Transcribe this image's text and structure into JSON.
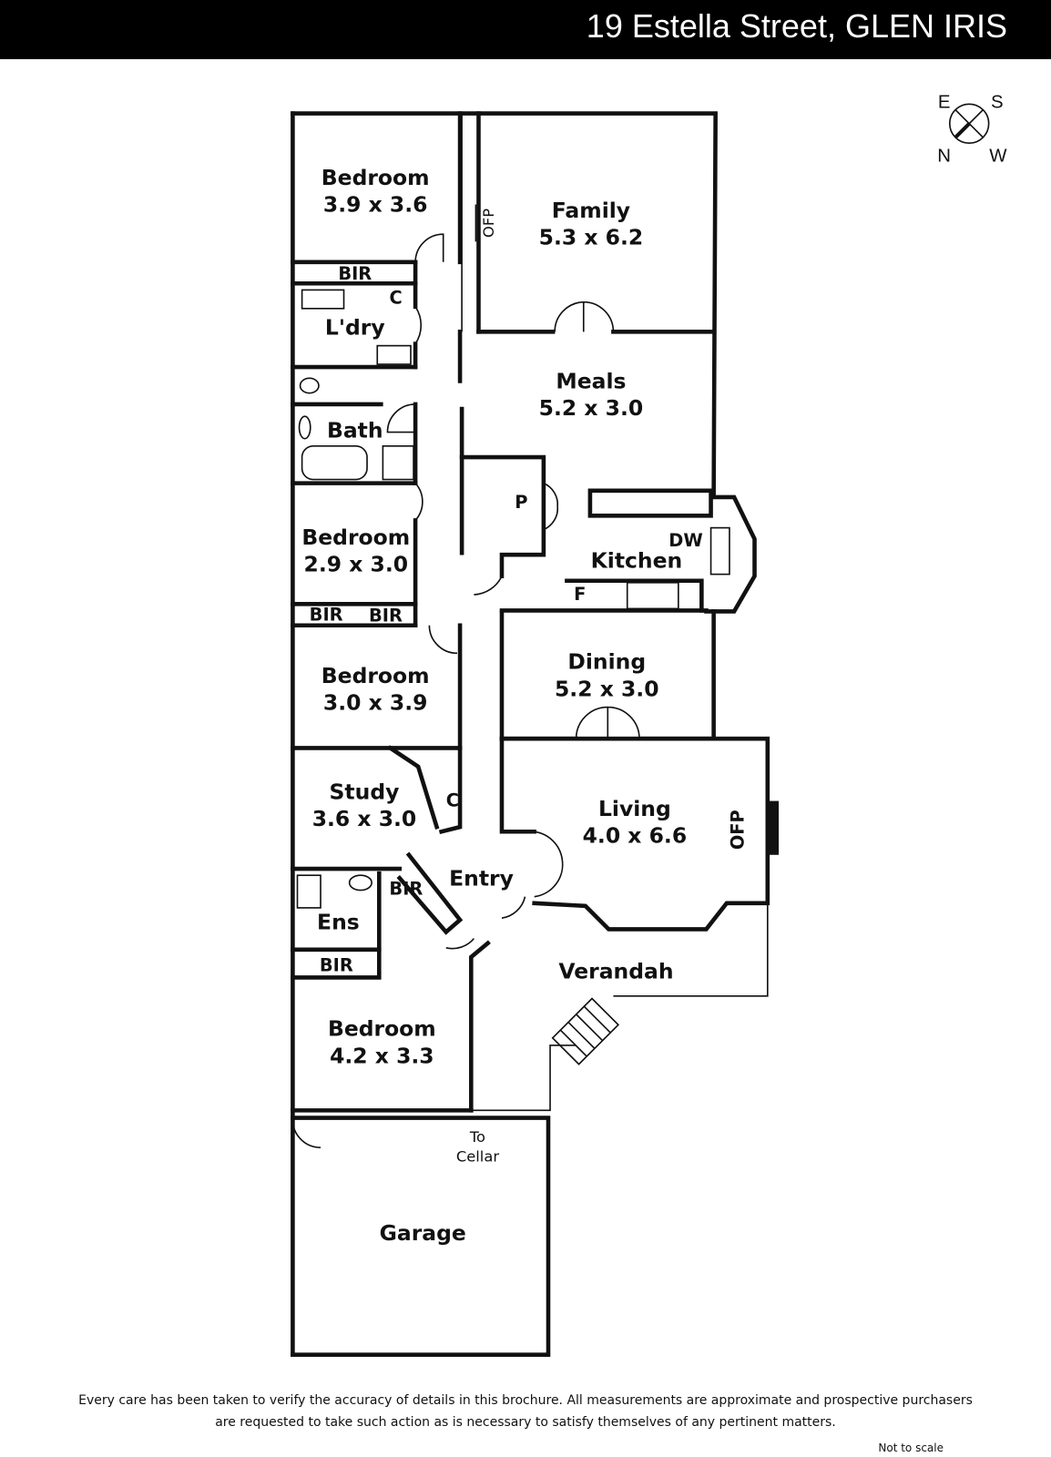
{
  "header": {
    "address": "19 Estella Street, GLEN IRIS"
  },
  "compass": {
    "e": "E",
    "s": "S",
    "n": "N",
    "w": "W"
  },
  "rooms": {
    "bedroom1": {
      "name": "Bedroom",
      "size": "3.9 x 3.6"
    },
    "family": {
      "name": "Family",
      "size": "5.3 x 6.2"
    },
    "meals": {
      "name": "Meals",
      "size": "5.2 x 3.0"
    },
    "kitchen": {
      "name": "Kitchen"
    },
    "bath": {
      "name": "Bath"
    },
    "laundry": {
      "name": "L'dry"
    },
    "bedroom2": {
      "name": "Bedroom",
      "size": "2.9 x 3.0"
    },
    "bedroom3": {
      "name": "Bedroom",
      "size": "3.0 x 3.9"
    },
    "dining": {
      "name": "Dining",
      "size": "5.2 x 3.0"
    },
    "study": {
      "name": "Study",
      "size": "3.6 x 3.0"
    },
    "living": {
      "name": "Living",
      "size": "4.0 x 6.6"
    },
    "entry": {
      "name": "Entry"
    },
    "ensuite": {
      "name": "Ens"
    },
    "verandah": {
      "name": "Verandah"
    },
    "bedroom4": {
      "name": "Bedroom",
      "size": "4.2 x 3.3"
    },
    "garage": {
      "name": "Garage"
    }
  },
  "labels": {
    "bir": "BIR",
    "cupboard": "C",
    "pantry": "P",
    "fridge": "F",
    "dishwasher": "DW",
    "ofp": "OFP",
    "to_cellar_1": "To",
    "to_cellar_2": "Cellar"
  },
  "footer": {
    "disclaimer_1": "Every care has been taken to verify the accuracy of details in this brochure.  All measurements are approximate and prospective purchasers",
    "disclaimer_2": "are requested to take such action as is necessary to satisfy themselves of any pertinent matters.",
    "not_to_scale": "Not to scale"
  }
}
